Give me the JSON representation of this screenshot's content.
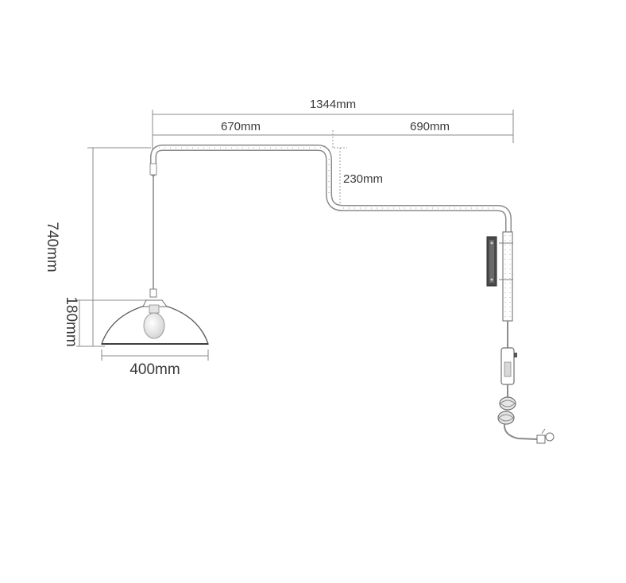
{
  "dimensions": {
    "total_width": "1344mm",
    "left_segment": "670mm",
    "right_segment": "690mm",
    "drop_height": "230mm",
    "total_height": "740mm",
    "shade_height": "180mm",
    "shade_width": "400mm"
  }
}
